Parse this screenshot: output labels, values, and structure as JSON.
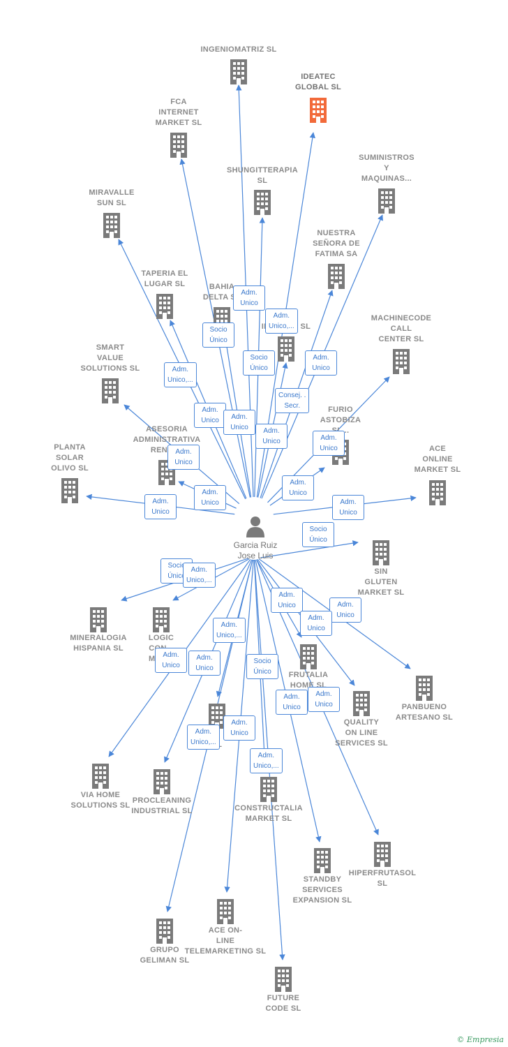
{
  "center": {
    "name": "Garcia Ruiz\nJose Luis"
  },
  "colors": {
    "edge": "#4a86d8",
    "node": "#7a7a7a",
    "highlight": "#f26a3a"
  },
  "companies": [
    {
      "id": "ingeniomatriz",
      "label": "INGENIOMATRIZ SL",
      "highlight": false
    },
    {
      "id": "ideatec",
      "label": "IDEATEC\nGLOBAL SL",
      "highlight": true
    },
    {
      "id": "fca",
      "label": "FCA\nINTERNET\nMARKET SL",
      "highlight": false
    },
    {
      "id": "shungitterapia",
      "label": "SHUNGITTERAPIA\nSL",
      "highlight": false
    },
    {
      "id": "suministros",
      "label": "SUMINISTROS\nY\nMAQUINAS...",
      "highlight": false
    },
    {
      "id": "miravalle",
      "label": "MIRAVALLE\nSUN SL",
      "highlight": false
    },
    {
      "id": "nuestra",
      "label": "NUESTRA\nSEÑORA DE\nFATIMA SA",
      "highlight": false
    },
    {
      "id": "taperia",
      "label": "TAPERIA EL\nLUGAR SL",
      "highlight": false
    },
    {
      "id": "bahia",
      "label": "BAHIA\nDELTA SL",
      "highlight": false
    },
    {
      "id": "inter",
      "label": "INTER...A SL",
      "highlight": false
    },
    {
      "id": "machinecode",
      "label": "MACHINECODE\nCALL\nCENTER SL",
      "highlight": false
    },
    {
      "id": "smart",
      "label": "SMART\nVALUE\nSOLUTIONS SL",
      "highlight": false
    },
    {
      "id": "furio",
      "label": "FURIO\nASTOBIZA\nSL...",
      "highlight": false
    },
    {
      "id": "asesoria",
      "label": "ASESORIA\nADMINISTRATIVA\nRENTAS",
      "highlight": false
    },
    {
      "id": "planta",
      "label": "PLANTA\nSOLAR\nOLIVO SL",
      "highlight": false
    },
    {
      "id": "ace_online",
      "label": "ACE\nONLINE\nMARKET SL",
      "highlight": false
    },
    {
      "id": "sin_gluten",
      "label": "SIN\nGLUTEN\nMARKET SL",
      "highlight": false
    },
    {
      "id": "mineralogia",
      "label": "MINERALOGIA\nHISPANIA SL",
      "highlight": false
    },
    {
      "id": "logic",
      "label": "LOGIC\nCON...\nMAR...",
      "highlight": false
    },
    {
      "id": "frutalia",
      "label": "FRUTALIA\nHOME SL",
      "highlight": false
    },
    {
      "id": "panbueno",
      "label": "PANBUENO\nARTESANO SL",
      "highlight": false
    },
    {
      "id": "unnamed_sl",
      "label": "SL",
      "highlight": false
    },
    {
      "id": "quality",
      "label": "QUALITY\nON LINE\nSERVICES SL",
      "highlight": false
    },
    {
      "id": "via_home",
      "label": "VIA HOME\nSOLUTIONS SL",
      "highlight": false
    },
    {
      "id": "procleaning",
      "label": "PROCLEANING\nINDUSTRIAL SL",
      "highlight": false
    },
    {
      "id": "constructalia",
      "label": "CONSTRUCTALIA\nMARKET SL",
      "highlight": false
    },
    {
      "id": "hiperfrutasol",
      "label": "HIPERFRUTASOL\nSL",
      "highlight": false
    },
    {
      "id": "standby",
      "label": "STANDBY\nSERVICES\nEXPANSION SL",
      "highlight": false
    },
    {
      "id": "ace_telemarketing",
      "label": "ACE ON-\nLINE\nTELEMARKETING SL",
      "highlight": false
    },
    {
      "id": "geliman",
      "label": "GRUPO\nGELIMAN SL",
      "highlight": false
    },
    {
      "id": "future",
      "label": "FUTURE\nCODE SL",
      "highlight": false
    }
  ],
  "relations": [
    {
      "id": "r1",
      "label": "Adm.\nUnico"
    },
    {
      "id": "r2",
      "label": "Socio\nÚnico"
    },
    {
      "id": "r3",
      "label": "Adm.\nUnico,..."
    },
    {
      "id": "r4",
      "label": "Socio\nÚnico"
    },
    {
      "id": "r5",
      "label": "Adm.\nUnico"
    },
    {
      "id": "r6",
      "label": "Adm.\nUnico,..."
    },
    {
      "id": "r7",
      "label": "Consej. .\nSecr."
    },
    {
      "id": "r8",
      "label": "Adm.\nUnico"
    },
    {
      "id": "r9",
      "label": "Adm.\nUnico"
    },
    {
      "id": "r10",
      "label": "Adm.\nUnico"
    },
    {
      "id": "r11",
      "label": "Adm.\nUnico"
    },
    {
      "id": "r12",
      "label": "Adm.\nUnico"
    },
    {
      "id": "r13",
      "label": "Adm.\nUnico"
    },
    {
      "id": "r14",
      "label": "Adm.\nUnico"
    },
    {
      "id": "r15",
      "label": "Adm.\nUnico"
    },
    {
      "id": "r16",
      "label": "Adm.\nUnico"
    },
    {
      "id": "r17",
      "label": "Socio\nÚnico"
    },
    {
      "id": "r18",
      "label": "Socio\nÚnico"
    },
    {
      "id": "r19",
      "label": "Adm.\nUnico,..."
    },
    {
      "id": "r20",
      "label": "Adm.\nUnico"
    },
    {
      "id": "r21",
      "label": "Adm.\nUnico"
    },
    {
      "id": "r22",
      "label": "Adm.\nUnico"
    },
    {
      "id": "r23",
      "label": "Adm.\nUnico,..."
    },
    {
      "id": "r24",
      "label": "Adm.\nUnico"
    },
    {
      "id": "r25",
      "label": "Adm.\nUnico"
    },
    {
      "id": "r26",
      "label": "Socio\nÚnico"
    },
    {
      "id": "r27",
      "label": "Adm.\nUnico"
    },
    {
      "id": "r28",
      "label": "Adm.\nUnico"
    },
    {
      "id": "r29",
      "label": "Adm.\nUnico"
    },
    {
      "id": "r30",
      "label": "Adm.\nUnico,..."
    },
    {
      "id": "r31",
      "label": "Adm.\nUnico,..."
    },
    {
      "id": "r32",
      "label": "Adm.\nUnico"
    }
  ],
  "footer": {
    "brand": "© Empresia"
  }
}
